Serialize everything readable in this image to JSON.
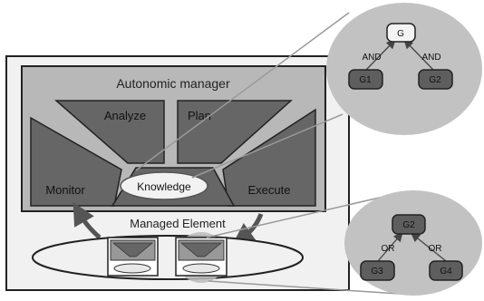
{
  "autonomic_manager": {
    "title": "Autonomic manager",
    "analyze": "Analyze",
    "plan": "Plan",
    "monitor": "Monitor",
    "execute": "Execute",
    "knowledge": "Knowledge"
  },
  "managed_element": {
    "label": "Managed Element"
  },
  "goal_tree_top": {
    "root": "G",
    "left_relation": "AND",
    "right_relation": "AND",
    "left_child": "G1",
    "right_child": "G2"
  },
  "goal_tree_bottom": {
    "root": "G2",
    "left_relation": "OR",
    "right_relation": "OR",
    "left_child": "G3",
    "right_child": "G4"
  },
  "colors": {
    "panel_bg": "#b8b8b8",
    "quadrant_fill": "#666666",
    "element_bg": "#f1f1f1",
    "bubble_fill": "#c2c2c2",
    "goal_dark": "#5e5e5e",
    "goal_light": "#f4f4f4"
  }
}
